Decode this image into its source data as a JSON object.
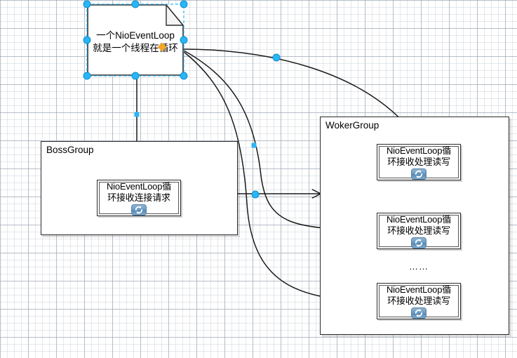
{
  "canvas": {
    "background": "#ffffff",
    "grid_minor_color": "#aab4be",
    "grid_major_color": "#8291a0",
    "selection_color": "#29b6f6",
    "rotate_handle_color": "#f5a623",
    "stroke_color": "#2b2b2b"
  },
  "note": {
    "line1": "一个NioEventLoop",
    "line2": "就是一个线程在循环",
    "selected": true
  },
  "boss_group": {
    "title": "BossGroup",
    "node": {
      "line1": "NioEventLoop循",
      "line2": "环接收连接请求",
      "icon": "loop-refresh-icon"
    }
  },
  "woker_group": {
    "title": "WokerGroup",
    "ellipsis": "……",
    "nodes": [
      {
        "line1": "NioEventLoop循",
        "line2": "环接收处理读写",
        "icon": "loop-refresh-icon"
      },
      {
        "line1": "NioEventLoop循",
        "line2": "环接收处理读写",
        "icon": "loop-refresh-icon"
      },
      {
        "line1": "NioEventLoop循",
        "line2": "环接收处理读写",
        "icon": "loop-refresh-icon"
      }
    ]
  }
}
